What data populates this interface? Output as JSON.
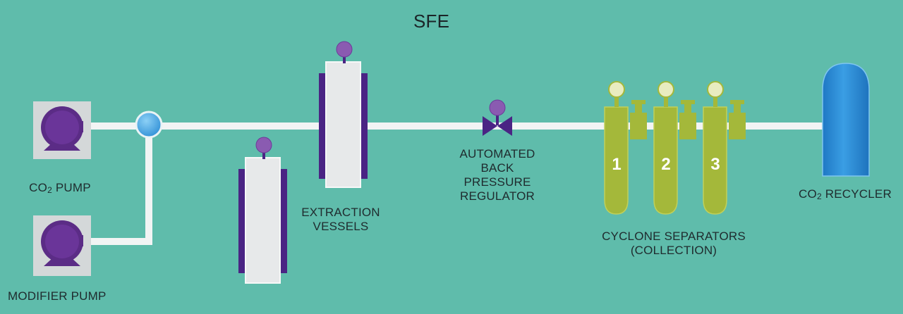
{
  "title": "SFE",
  "labels": {
    "co2_pump": "PUMP",
    "co2_prefix": "CO",
    "co2_sub": "2",
    "modifier_pump": "MODIFIER PUMP",
    "extraction_vessels": [
      "EXTRACTION",
      "VESSELS"
    ],
    "bpr": [
      "AUTOMATED",
      "BACK",
      "PRESSURE",
      "REGULATOR"
    ],
    "cyclone": [
      "CYCLONE SEPARATORS",
      "(COLLECTION)"
    ],
    "recycler": "RECYCLER"
  },
  "separators": [
    "1",
    "2",
    "3"
  ],
  "colors": {
    "background": "#5fbcab",
    "pipe": "#f2f4f4",
    "pump_purple": "#5b2c86",
    "vessel_purple": "#4a2484",
    "gauge_purple": "#8a5bb1",
    "separator_green": "#a4b83a",
    "gauge_cream": "#e9ecc0",
    "recycler_blue": "#2e8fd6",
    "junction_blue": "#56aeea"
  }
}
